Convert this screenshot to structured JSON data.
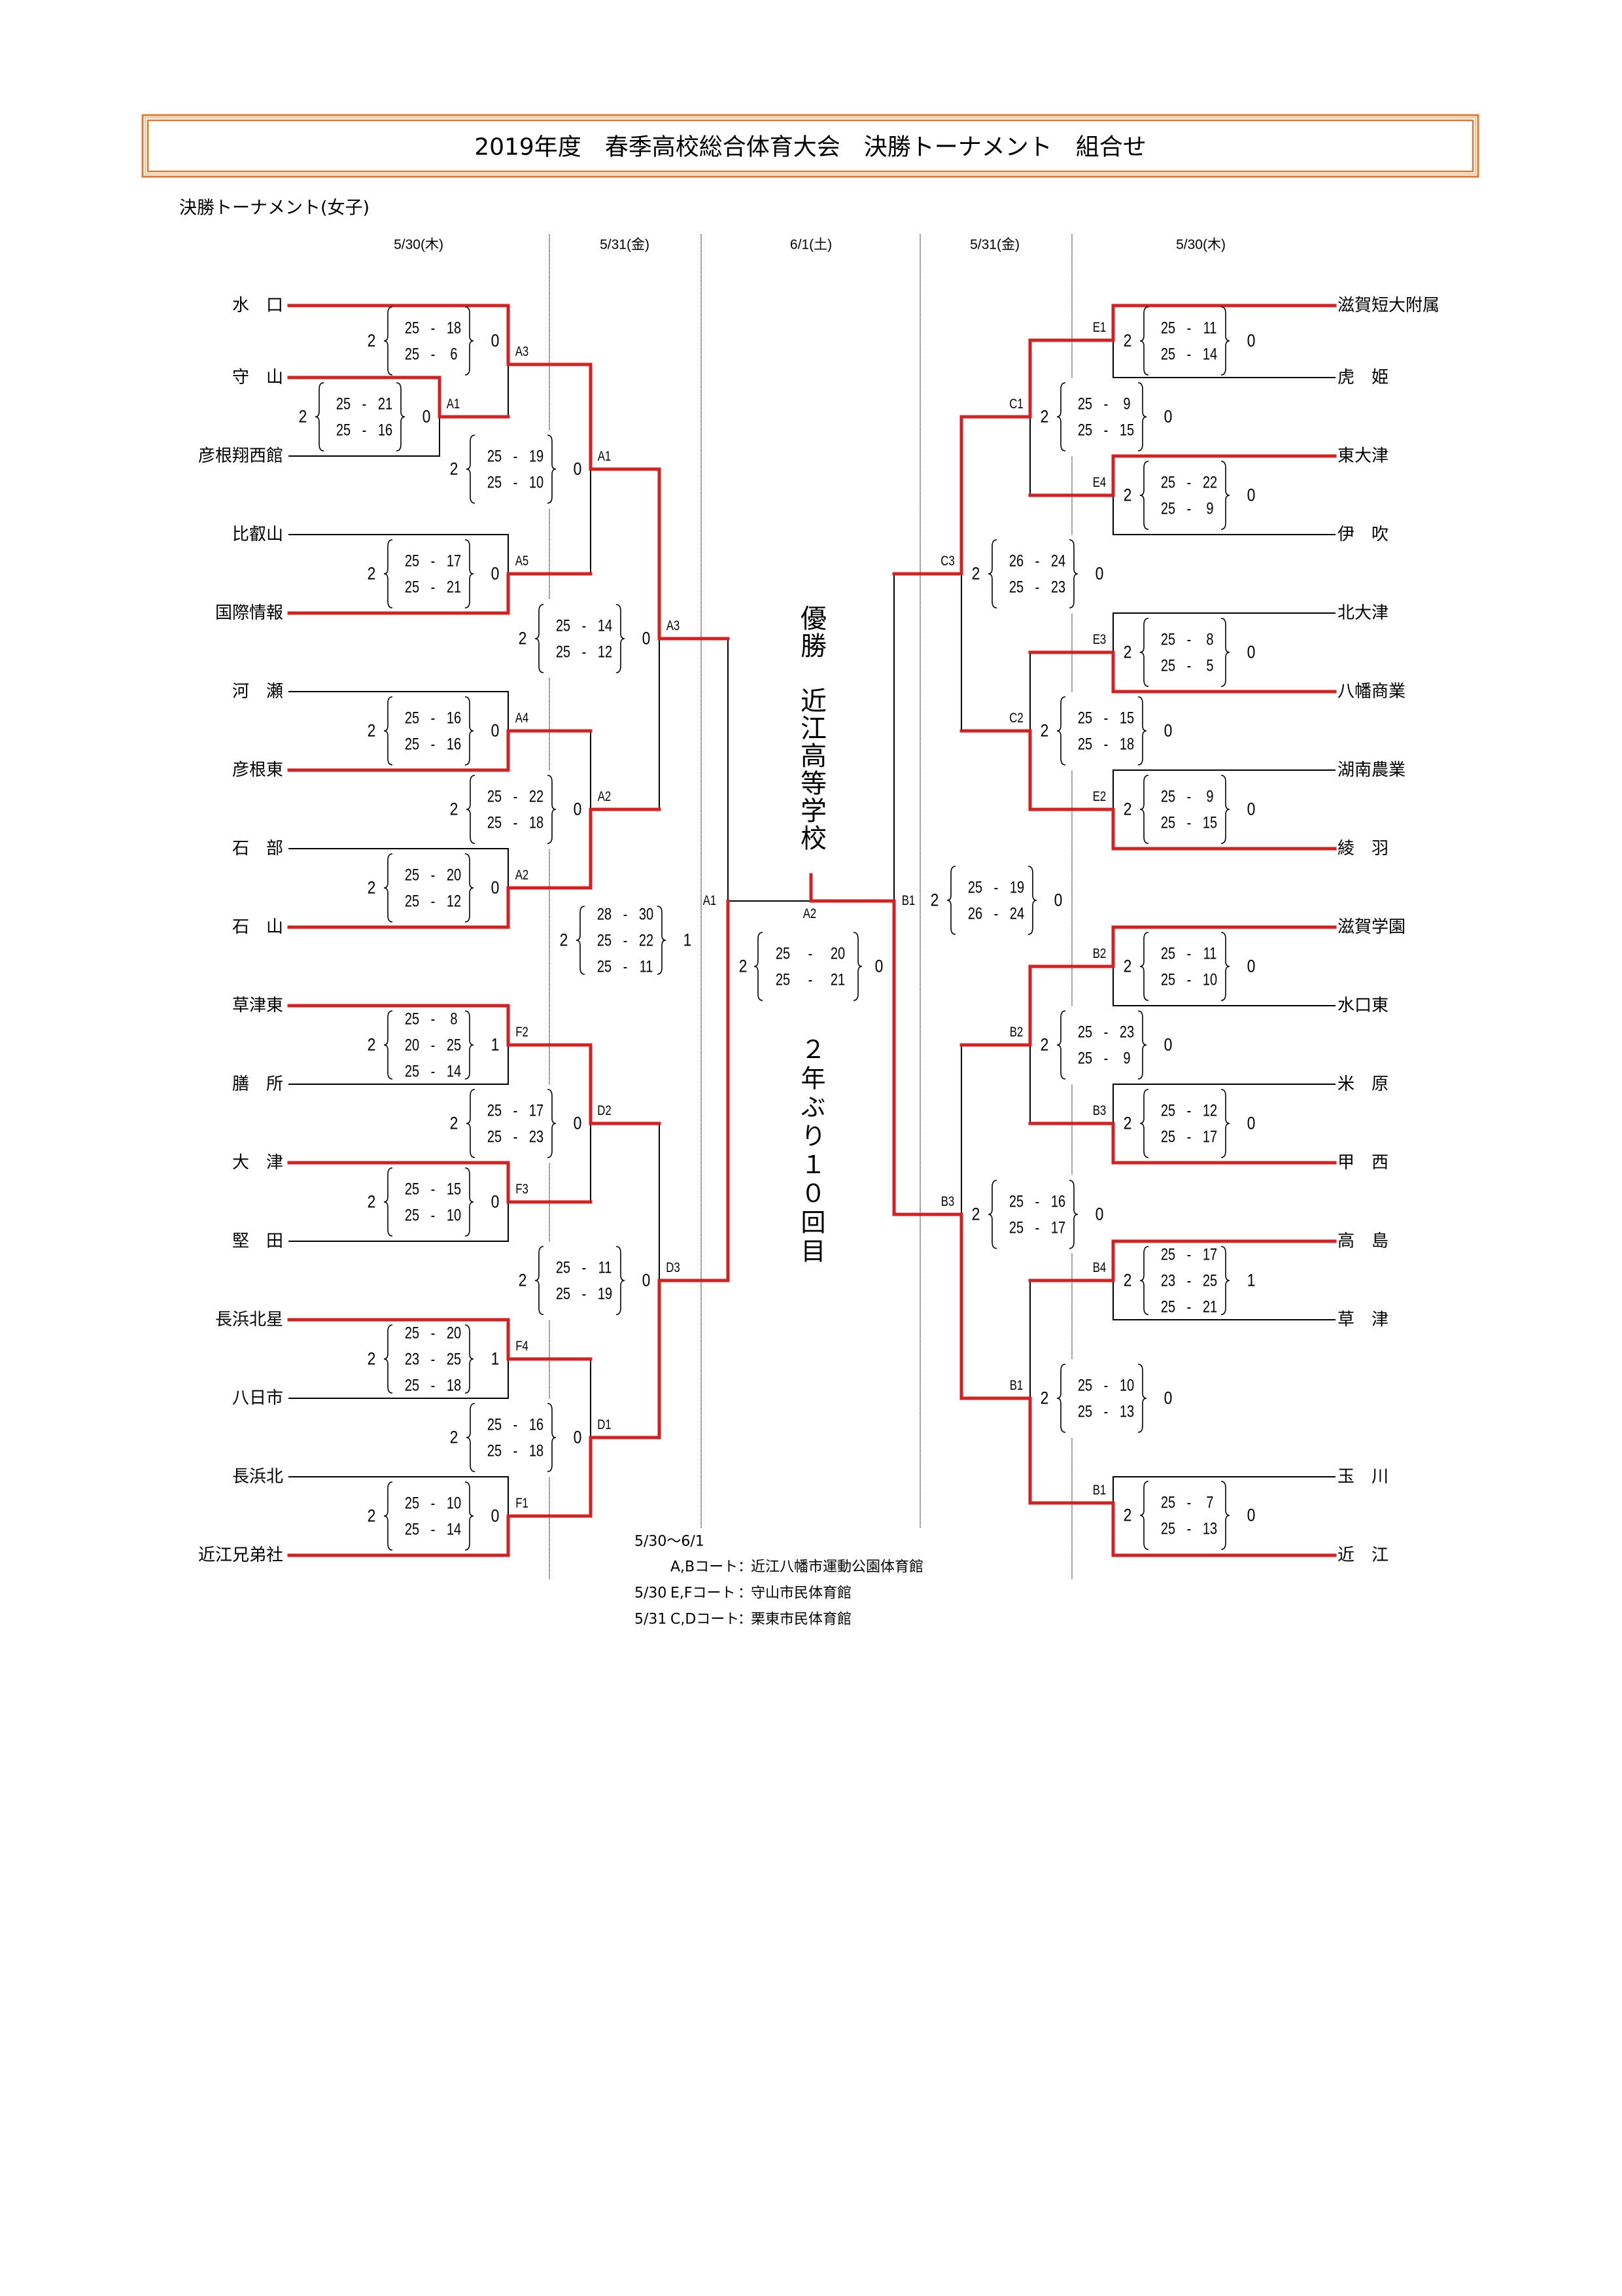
{
  "document": {
    "title": "2019年度　春季高校総合体育大会　決勝トーナメント　組合せ",
    "subtitle": "決勝トーナメント(女子)",
    "round_dates": [
      "5/30(木)",
      "5/31(金)",
      "6/1(土)",
      "5/31(金)",
      "5/30(木)"
    ]
  },
  "colors": {
    "winner_path": "#d42020",
    "bracket_line": "#000000",
    "title_border": "#e8772e",
    "title_border_light": "#f6c39a",
    "divider": "#555555"
  },
  "set_separator": "-",
  "left_teams": [
    "水　口",
    "守　山",
    "彦根翔西館",
    "比叡山",
    "国際情報",
    "河　瀬",
    "彦根東",
    "石　部",
    "石　山",
    "草津東",
    "膳　所",
    "大　津",
    "堅　田",
    "長浜北星",
    "八日市",
    "長浜北",
    "近江兄弟社"
  ],
  "right_teams": [
    "滋賀短大附属",
    "虎　姫",
    "東大津",
    "伊　吹",
    "北大津",
    "八幡商業",
    "湖南農業",
    "綾　羽",
    "滋賀学園",
    "水口東",
    "米　原",
    "甲　西",
    "高　島",
    "草　津",
    "玉　川",
    "近　江"
  ],
  "matches": [
    {
      "id": "L1",
      "side": "left",
      "court": "A1",
      "top": "T:1",
      "bottom": "T:2",
      "winner": "top",
      "sets": [
        [
          25,
          21
        ],
        [
          25,
          16
        ]
      ],
      "result": [
        2,
        0
      ]
    },
    {
      "id": "L2",
      "side": "left",
      "court": "A3",
      "top": "T:0",
      "bottom": "M:L1",
      "winner": "top",
      "sets": [
        [
          25,
          18
        ],
        [
          25,
          6
        ]
      ],
      "result": [
        2,
        0
      ]
    },
    {
      "id": "L3",
      "side": "left",
      "court": "A5",
      "top": "T:3",
      "bottom": "T:4",
      "winner": "bottom",
      "sets": [
        [
          25,
          17
        ],
        [
          25,
          21
        ]
      ],
      "result": [
        2,
        0
      ]
    },
    {
      "id": "L4",
      "side": "left",
      "court": "A1",
      "top": "M:L2",
      "bottom": "M:L3",
      "winner": "top",
      "sets": [
        [
          25,
          19
        ],
        [
          25,
          10
        ]
      ],
      "result": [
        2,
        0
      ]
    },
    {
      "id": "L5",
      "side": "left",
      "court": "A4",
      "top": "T:5",
      "bottom": "T:6",
      "winner": "bottom",
      "sets": [
        [
          25,
          16
        ],
        [
          25,
          16
        ]
      ],
      "result": [
        2,
        0
      ]
    },
    {
      "id": "L6",
      "side": "left",
      "court": "A2",
      "top": "T:7",
      "bottom": "T:8",
      "winner": "bottom",
      "sets": [
        [
          25,
          20
        ],
        [
          25,
          12
        ]
      ],
      "result": [
        2,
        0
      ]
    },
    {
      "id": "L7",
      "side": "left",
      "court": "A2",
      "top": "M:L5",
      "bottom": "M:L6",
      "winner": "bottom",
      "sets": [
        [
          25,
          22
        ],
        [
          25,
          18
        ]
      ],
      "result": [
        2,
        0
      ]
    },
    {
      "id": "L8",
      "side": "left",
      "court": "A3",
      "top": "M:L4",
      "bottom": "M:L7",
      "winner": "top",
      "sets": [
        [
          25,
          14
        ],
        [
          25,
          12
        ]
      ],
      "result": [
        2,
        0
      ]
    },
    {
      "id": "L9",
      "side": "left",
      "court": "F2",
      "top": "T:9",
      "bottom": "T:10",
      "winner": "top",
      "sets": [
        [
          25,
          8
        ],
        [
          20,
          25
        ],
        [
          25,
          14
        ]
      ],
      "result": [
        2,
        1
      ]
    },
    {
      "id": "L10",
      "side": "left",
      "court": "F3",
      "top": "T:11",
      "bottom": "T:12",
      "winner": "top",
      "sets": [
        [
          25,
          15
        ],
        [
          25,
          10
        ]
      ],
      "result": [
        2,
        0
      ]
    },
    {
      "id": "L11",
      "side": "left",
      "court": "D2",
      "top": "M:L9",
      "bottom": "M:L10",
      "winner": "top",
      "sets": [
        [
          25,
          17
        ],
        [
          25,
          23
        ]
      ],
      "result": [
        2,
        0
      ]
    },
    {
      "id": "L12",
      "side": "left",
      "court": "F4",
      "top": "T:13",
      "bottom": "T:14",
      "winner": "top",
      "sets": [
        [
          25,
          20
        ],
        [
          23,
          25
        ],
        [
          25,
          18
        ]
      ],
      "result": [
        2,
        1
      ]
    },
    {
      "id": "L13",
      "side": "left",
      "court": "F1",
      "top": "T:15",
      "bottom": "T:16",
      "winner": "bottom",
      "sets": [
        [
          25,
          10
        ],
        [
          25,
          14
        ]
      ],
      "result": [
        2,
        0
      ]
    },
    {
      "id": "L14",
      "side": "left",
      "court": "D1",
      "top": "M:L12",
      "bottom": "M:L13",
      "winner": "bottom",
      "sets": [
        [
          25,
          16
        ],
        [
          25,
          18
        ]
      ],
      "result": [
        2,
        0
      ]
    },
    {
      "id": "L15",
      "side": "left",
      "court": "D3",
      "top": "M:L11",
      "bottom": "M:L14",
      "winner": "bottom",
      "sets": [
        [
          25,
          11
        ],
        [
          25,
          19
        ]
      ],
      "result": [
        2,
        0
      ]
    },
    {
      "id": "L16",
      "side": "left",
      "court": "A1",
      "top": "M:L8",
      "bottom": "M:L15",
      "winner": "bottom",
      "sets": [
        [
          28,
          30
        ],
        [
          25,
          22
        ],
        [
          25,
          11
        ]
      ],
      "result": [
        2,
        1
      ]
    },
    {
      "id": "R1",
      "side": "right",
      "court": "E1",
      "top": "T:0",
      "bottom": "T:1",
      "winner": "top",
      "sets": [
        [
          25,
          11
        ],
        [
          25,
          14
        ]
      ],
      "result": [
        2,
        0
      ]
    },
    {
      "id": "R2",
      "side": "right",
      "court": "E4",
      "top": "T:2",
      "bottom": "T:3",
      "winner": "top",
      "sets": [
        [
          25,
          22
        ],
        [
          25,
          9
        ]
      ],
      "result": [
        2,
        0
      ]
    },
    {
      "id": "R3",
      "side": "right",
      "court": "C1",
      "top": "M:R1",
      "bottom": "M:R2",
      "winner": "top",
      "sets": [
        [
          25,
          9
        ],
        [
          25,
          15
        ]
      ],
      "result": [
        2,
        0
      ]
    },
    {
      "id": "R4",
      "side": "right",
      "court": "E3",
      "top": "T:4",
      "bottom": "T:5",
      "winner": "bottom",
      "sets": [
        [
          25,
          8
        ],
        [
          25,
          5
        ]
      ],
      "result": [
        2,
        0
      ]
    },
    {
      "id": "R5",
      "side": "right",
      "court": "E2",
      "top": "T:6",
      "bottom": "T:7",
      "winner": "bottom",
      "sets": [
        [
          25,
          9
        ],
        [
          25,
          15
        ]
      ],
      "result": [
        2,
        0
      ]
    },
    {
      "id": "R6",
      "side": "right",
      "court": "C2",
      "top": "M:R4",
      "bottom": "M:R5",
      "winner": "bottom",
      "sets": [
        [
          25,
          15
        ],
        [
          25,
          18
        ]
      ],
      "result": [
        2,
        0
      ]
    },
    {
      "id": "R7",
      "side": "right",
      "court": "C3",
      "top": "M:R3",
      "bottom": "M:R6",
      "winner": "top",
      "sets": [
        [
          26,
          24
        ],
        [
          25,
          23
        ]
      ],
      "result": [
        2,
        0
      ]
    },
    {
      "id": "R8",
      "side": "right",
      "court": "B2",
      "top": "T:8",
      "bottom": "T:9",
      "winner": "top",
      "sets": [
        [
          25,
          11
        ],
        [
          25,
          10
        ]
      ],
      "result": [
        2,
        0
      ]
    },
    {
      "id": "R9",
      "side": "right",
      "court": "B3",
      "top": "T:10",
      "bottom": "T:11",
      "winner": "bottom",
      "sets": [
        [
          25,
          12
        ],
        [
          25,
          17
        ]
      ],
      "result": [
        2,
        0
      ]
    },
    {
      "id": "R10",
      "side": "right",
      "court": "B2",
      "top": "M:R8",
      "bottom": "M:R9",
      "winner": "top",
      "sets": [
        [
          25,
          23
        ],
        [
          25,
          9
        ]
      ],
      "result": [
        2,
        0
      ]
    },
    {
      "id": "R11",
      "side": "right",
      "court": "B4",
      "top": "T:12",
      "bottom": "T:13",
      "winner": "top",
      "sets": [
        [
          25,
          17
        ],
        [
          23,
          25
        ],
        [
          25,
          21
        ]
      ],
      "result": [
        2,
        1
      ]
    },
    {
      "id": "R12",
      "side": "right",
      "court": "B1",
      "top": "T:14",
      "bottom": "T:15",
      "winner": "bottom",
      "sets": [
        [
          25,
          7
        ],
        [
          25,
          13
        ]
      ],
      "result": [
        2,
        0
      ]
    },
    {
      "id": "R13",
      "side": "right",
      "court": "B1",
      "top": "M:R11",
      "bottom": "M:R12",
      "winner": "bottom",
      "sets": [
        [
          25,
          10
        ],
        [
          25,
          13
        ]
      ],
      "result": [
        2,
        0
      ]
    },
    {
      "id": "R14",
      "side": "right",
      "court": "B3",
      "top": "M:R10",
      "bottom": "M:R13",
      "winner": "bottom",
      "sets": [
        [
          25,
          16
        ],
        [
          25,
          17
        ]
      ],
      "result": [
        2,
        0
      ]
    },
    {
      "id": "R15",
      "side": "right",
      "court": "B1",
      "top": "M:R7",
      "bottom": "M:R14",
      "winner": "bottom",
      "sets": [
        [
          25,
          19
        ],
        [
          26,
          24
        ]
      ],
      "result": [
        2,
        0
      ]
    }
  ],
  "final": {
    "court": "A2",
    "left": "M:L16",
    "right": "M:R15",
    "winner": "right",
    "sets": [
      [
        25,
        20
      ],
      [
        25,
        21
      ]
    ],
    "result": [
      2,
      0
    ]
  },
  "champion": {
    "heading": "優勝",
    "school": "近江高等学校",
    "note": "２年ぶり１０回目"
  },
  "venue_separator": "：",
  "venues": [
    {
      "dates": "5/30～6/1",
      "courts": "A,Bコート",
      "venue": "近江八幡市運動公園体育館"
    },
    {
      "dates": "5/30",
      "courts": "E,Fコート",
      "venue": "守山市民体育館"
    },
    {
      "dates": "5/31",
      "courts": "C,Dコート",
      "venue": "栗東市民体育館"
    }
  ]
}
